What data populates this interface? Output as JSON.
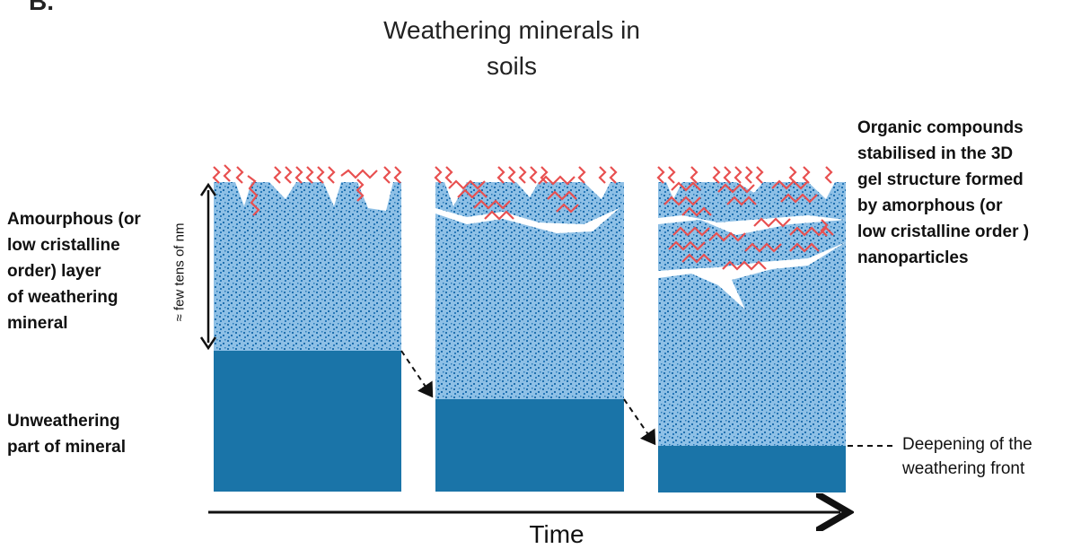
{
  "corner_mark": "B.",
  "title_line1": "Weathering minerals in",
  "title_line2": "soils",
  "left_labels": {
    "amorphous": [
      "Amourphous (or",
      "low cristalline",
      "order) layer",
      "of weathering",
      "mineral"
    ],
    "unweathered": [
      "Unweathering",
      "part of mineral"
    ]
  },
  "right_labels": {
    "organic": [
      "Organic compounds",
      "stabilised in the 3D",
      "gel structure formed",
      "by amorphous  (or",
      "low cristalline order )",
      "nanoparticles"
    ],
    "front": [
      "Deepening of  the",
      "weathering front"
    ]
  },
  "scale_label": "≈ few tens of nm",
  "time_label": "Time",
  "colors": {
    "amorphous_fill": "#8ec0e6",
    "dots": "#1f6fae",
    "unweathered_fill": "#1a74a8",
    "organic_zigzag": "#e85050",
    "text": "#111111"
  }
}
